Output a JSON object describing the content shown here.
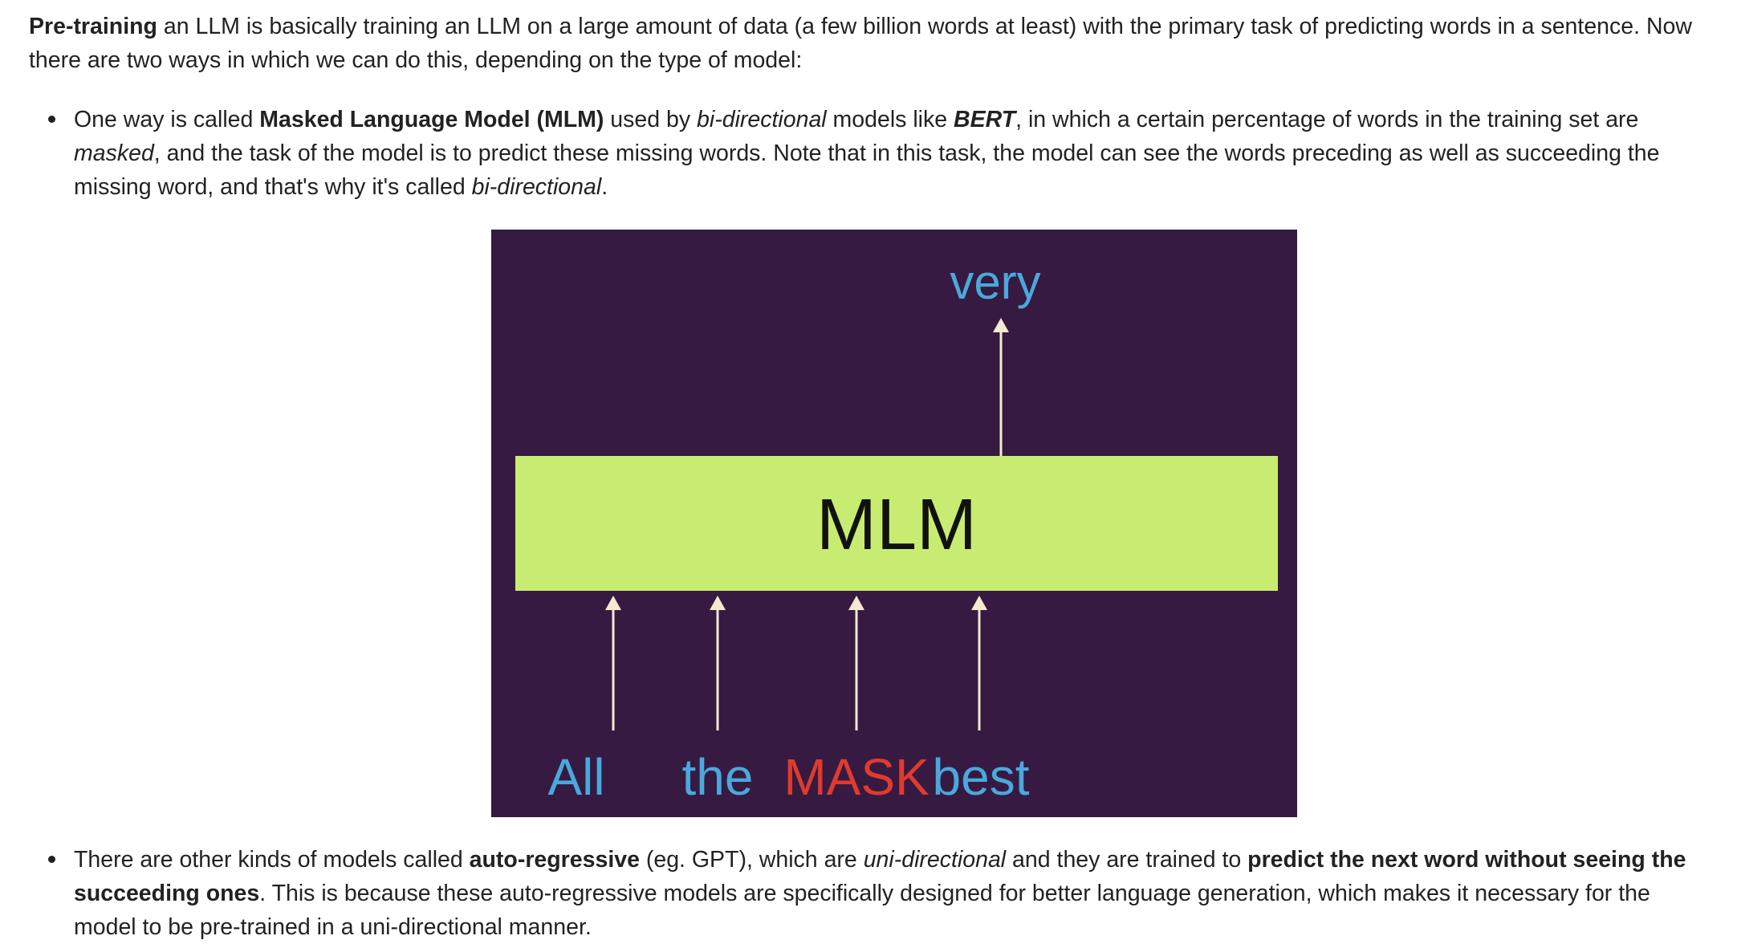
{
  "intro": {
    "term": "Pre-training",
    "text": " an LLM is basically training an LLM on a large amount of data (a few billion words at least) with the primary task of predicting words in a sentence. Now there are two ways in which we can do this, depending on the type of model:"
  },
  "bullet1": {
    "t1": "One way is called ",
    "b1": "Masked Language Model (MLM)",
    "t2": " used by ",
    "i1": "bi-directional",
    "t3": " models like ",
    "bi1": "BERT",
    "t4": ", in which a certain percentage of words in the training set are ",
    "i2": "masked",
    "t5": ", and the task of the model is to predict these missing words. Note that in this task, the model can see the words preceding as well as succeeding the missing word, and that's why it's called ",
    "i3": "bi-directional",
    "t6": "."
  },
  "figure": {
    "output_word": "very",
    "box_label": "MLM",
    "inputs": [
      "All",
      "the",
      "MASK",
      "best"
    ],
    "colors": {
      "background": "#361a42",
      "box": "#c8ec72",
      "word": "#4aa8dc",
      "mask": "#e03a2e",
      "arrow": "#f3ead0"
    }
  },
  "bullet2": {
    "t1": "There are other kinds of models called ",
    "b1": "auto-regressive",
    "t2": " (eg. GPT), which are ",
    "i1": "uni-directional",
    "t3": " and they are trained to ",
    "b2": "predict the next word without seeing the succeeding ones",
    "t4": ". This is because these auto-regressive models are specifically designed for better language generation, which makes it necessary for the model to be pre-trained in a uni-directional manner."
  }
}
